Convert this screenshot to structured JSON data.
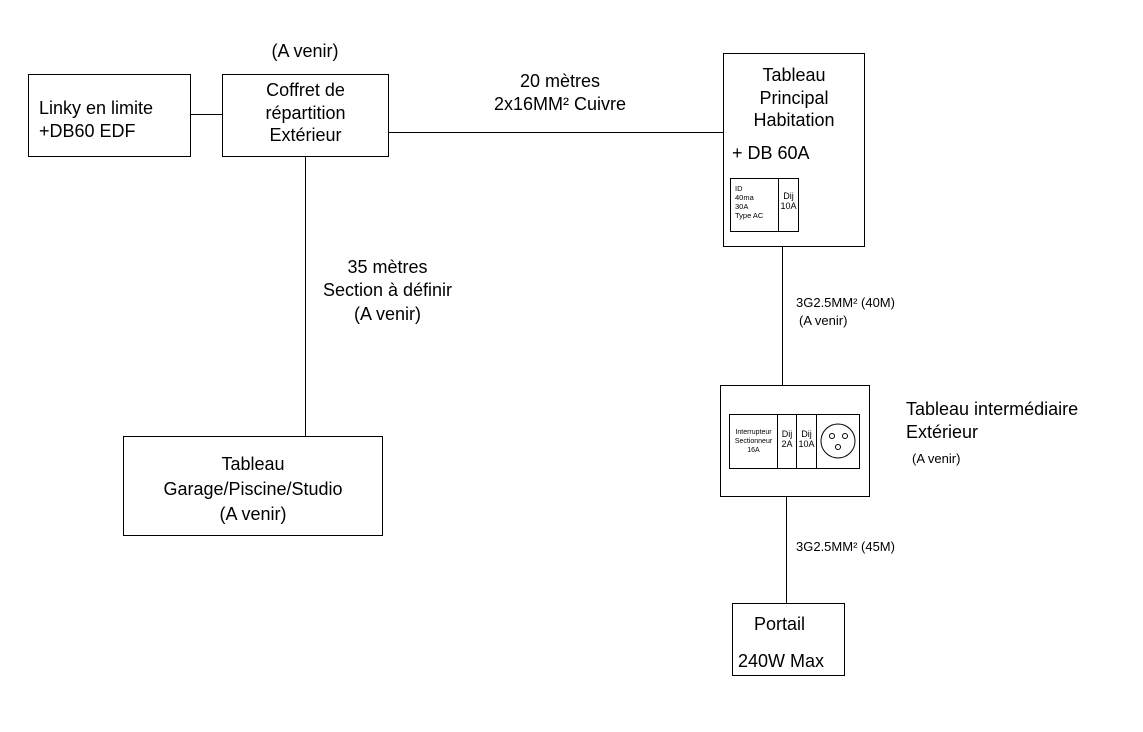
{
  "diagram": {
    "type": "electrical-distribution-schematic",
    "nodes": {
      "linky": {
        "lines": [
          "Linky en limite",
          "+DB60 EDF"
        ]
      },
      "coffret": {
        "lines": [
          "Coffret de",
          "répartition",
          "Extérieur"
        ],
        "note": "(A venir)"
      },
      "tableau_principal": {
        "lines": [
          "Tableau",
          "Principal",
          "Habitation",
          "+ DB 60A"
        ],
        "modules": [
          {
            "lines": [
              "ID",
              "40ma",
              "30A",
              "Type AC"
            ]
          },
          {
            "lines": [
              "Dij",
              "10A"
            ]
          }
        ]
      },
      "tableau_garage": {
        "lines": [
          "Tableau",
          "Garage/Piscine/Studio",
          "(A venir)"
        ]
      },
      "tableau_intermediaire": {
        "title_lines": [
          "Tableau intermédiaire",
          "Extérieur"
        ],
        "note": "(A venir)",
        "modules": [
          {
            "lines": [
              "Interrupteur",
              "Sectionneur",
              "16A"
            ]
          },
          {
            "lines": [
              "Dij",
              "2A"
            ]
          },
          {
            "lines": [
              "Dij",
              "10A"
            ]
          },
          {
            "icon": "socket-outlet-icon"
          }
        ]
      },
      "portail": {
        "lines": [
          "Portail",
          "240W Max"
        ]
      }
    },
    "links": {
      "coffret_to_principal": {
        "lines": [
          "20 mètres",
          "2x16MM² Cuivre"
        ]
      },
      "coffret_to_garage": {
        "lines": [
          "35 mètres",
          "Section à définir",
          "(A venir)"
        ]
      },
      "principal_to_intermediaire": {
        "lines": [
          "3G2.5MM² (40M)",
          "(A venir)"
        ]
      },
      "intermediaire_to_portail": {
        "lines": [
          "3G2.5MM² (45M)"
        ]
      }
    }
  }
}
